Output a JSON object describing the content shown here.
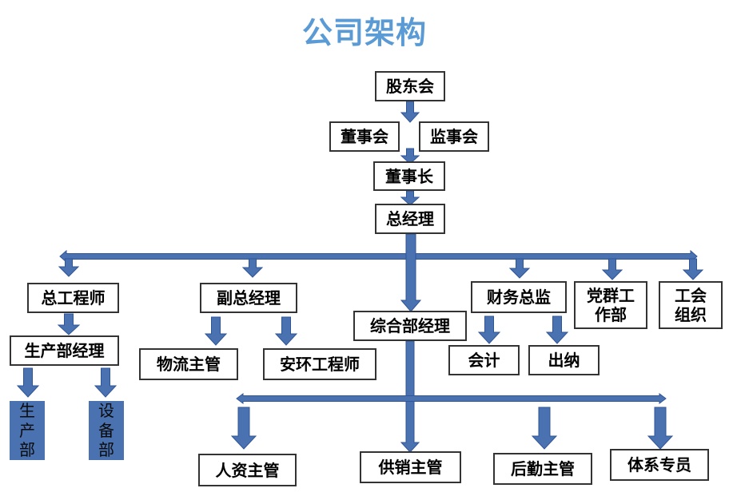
{
  "title": "公司架构",
  "colors": {
    "title": "#5b9bd5",
    "arrow": "#4a72b0",
    "arrow_stroke": "#2f5597",
    "unit_fill": "#4a72b0"
  },
  "nodes": {
    "shareholders": "股东会",
    "board": "董事会",
    "supervisors": "监事会",
    "chairman": "董事长",
    "gm": "总经理",
    "chief_engineer": "总工程师",
    "deputy_gm": "副总经理",
    "general_dept_manager": "综合部经理",
    "finance_director": "财务总监",
    "party_mass_work_dept": "党群工作部",
    "union_org": "工会组织",
    "production_manager": "生产部经理",
    "production_dept": "生产部",
    "equipment_dept": "设备部",
    "logistics_supervisor": "物流主管",
    "safety_env_engineer": "安环工程师",
    "accountant": "会计",
    "cashier": "出纳",
    "hr_supervisor": "人资主管",
    "supply_sales_supervisor": "供销主管",
    "logistics_service_supervisor": "后勤主管",
    "system_specialist": "体系专员"
  }
}
